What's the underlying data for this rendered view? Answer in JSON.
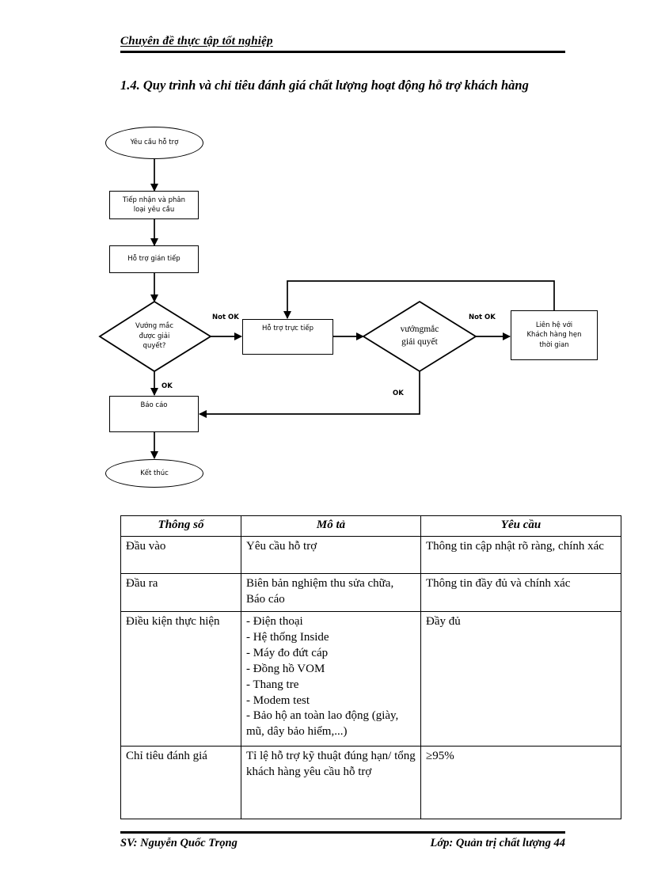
{
  "header": {
    "running_title": "Chuyên đề thực tập tốt nghiệp"
  },
  "section": {
    "title": "1.4. Quy trình và chỉ tiêu đánh giá chất lượng hoạt động hỗ trợ khách hàng"
  },
  "flowchart": {
    "nodes": {
      "start": "Yêu cầu hỗ trợ",
      "receive": "Tiếp nhận và phân\nloại yêu cầu",
      "indirect_support": "Hỗ trợ gián tiếp",
      "decision1": "Vướng mắc\nđược giải\nquyết?",
      "direct_support": "Hỗ trợ trực tiếp",
      "decision2": "vướngmắc\ngiải quyết",
      "contact_customer": "Liên hệ với\nKhách hàng hẹn\nthời gian",
      "report": "Báo cáo",
      "end": "Kết thúc"
    },
    "edge_labels": {
      "d1_not_ok": "Not OK",
      "d1_ok": "OK",
      "d2_not_ok": "Not OK",
      "d2_ok": "OK"
    }
  },
  "table": {
    "headers": [
      "Thông số",
      "Mô tả",
      "Yêu cầu"
    ],
    "rows": [
      {
        "param": "Đầu vào",
        "desc": "Yêu cầu hỗ trợ",
        "req": "Thông tin cập nhật rõ ràng, chính xác"
      },
      {
        "param": "Đầu ra",
        "desc": "Biên bản nghiệm thu sửa chữa, Báo cáo",
        "req": "Thông tin đầy đủ và chính xác"
      },
      {
        "param": "Điều kiện thực hiện",
        "desc": "- Điện thoại\n- Hệ thống Inside\n- Máy đo đứt cáp\n- Đồng hồ VOM\n- Thang tre\n- Modem test\n- Bảo hộ an toàn lao động (giày, mũ, dây bảo hiểm,...)",
        "req": "Đầy đủ"
      },
      {
        "param": "Chỉ tiêu đánh giá",
        "desc": "Tỉ lệ hỗ trợ kỹ thuật đúng hạn/ tổng khách hàng yêu cầu hỗ trợ",
        "req": "≥95%"
      }
    ]
  },
  "footer": {
    "student": "SV: Nguyễn Quốc Trọng",
    "class": "Lớp: Quản trị chất lượng 44"
  }
}
